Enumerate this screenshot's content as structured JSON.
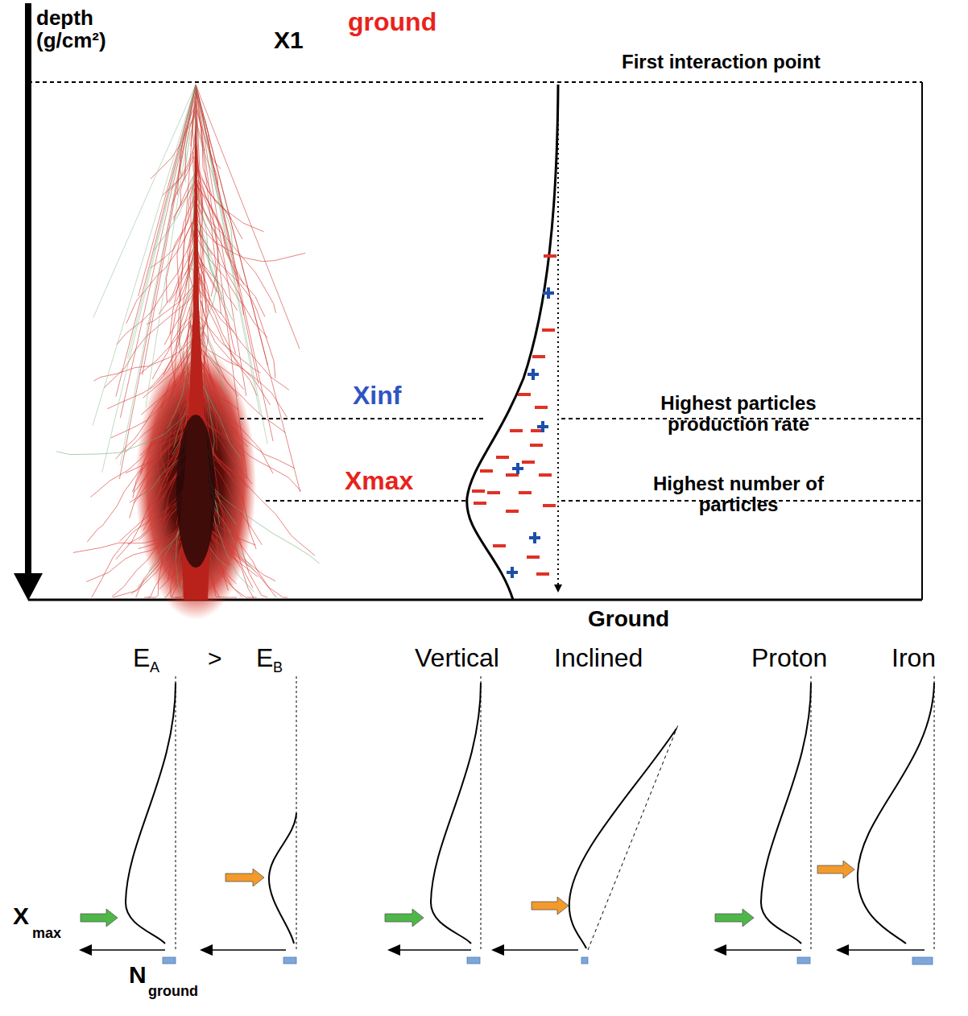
{
  "diagram": {
    "labels": [
      "ground",
      "depth (g/cm²)",
      "X1",
      "First interaction point",
      "Xinf",
      "Highest particles production rate",
      "Xmax",
      "Highest number of particles",
      "Ground",
      "E",
      "A",
      ">",
      "E",
      "B",
      "Vertical",
      "Inclined",
      "Proton",
      "Iron",
      "X",
      "max",
      "N",
      "ground"
    ]
  }
}
